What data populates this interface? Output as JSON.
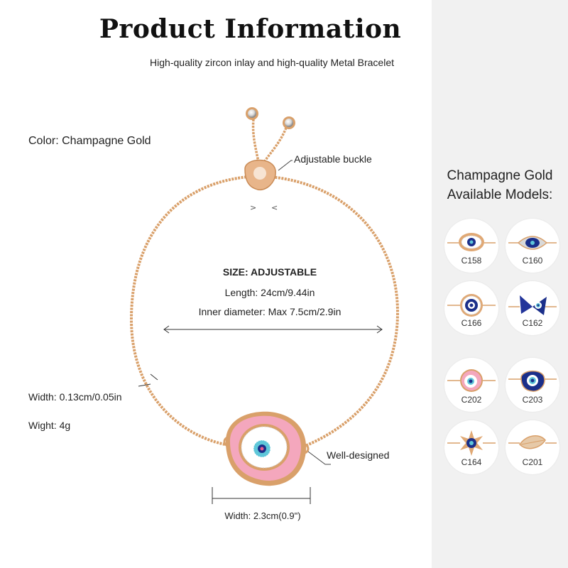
{
  "header": {
    "title": "Product Information",
    "subtitle": "High-quality zircon inlay and high-quality Metal Bracelet"
  },
  "specs": {
    "color": "Color: Champagne Gold",
    "adjustable_buckle": "Adjustable buckle",
    "size_heading": "SIZE: ADJUSTABLE",
    "length": "Length: 24cm/9.44in",
    "inner_diameter": "Inner diameter: Max 7.5cm/2.9in",
    "chain_width": "Width: 0.13cm/0.05in",
    "weight": "Wight: 4g",
    "well_designed": "Well-designed",
    "charm_width": "Width: 2.3cm(0.9\")"
  },
  "models_panel": {
    "title_line1": "Champagne Gold",
    "title_line2": "Available Models:",
    "models": [
      {
        "code": "C158",
        "icon": "evil-eye-oval-icon"
      },
      {
        "code": "C160",
        "icon": "evil-eye-marquise-icon"
      },
      {
        "code": "C166",
        "icon": "evil-eye-round-icon"
      },
      {
        "code": "C162",
        "icon": "evil-eye-butterfly-icon"
      },
      {
        "code": "C202",
        "icon": "evil-eye-pink-icon"
      },
      {
        "code": "C203",
        "icon": "evil-eye-blue-drop-icon"
      },
      {
        "code": "C164",
        "icon": "evil-eye-flower-icon"
      },
      {
        "code": "C201",
        "icon": "leaf-charm-icon"
      }
    ]
  },
  "colors": {
    "gold": "#d9a06a",
    "pink": "#f4a7bd",
    "blue": "#1b2f8a",
    "turquoise": "#5fc7d9",
    "panel_bg": "#f1f1f1"
  }
}
